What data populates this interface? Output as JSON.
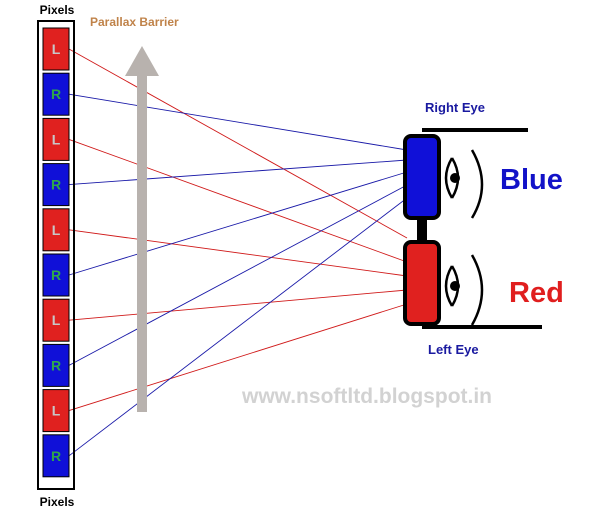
{
  "labels": {
    "pixels_top": "Pixels",
    "pixels_bottom": "Pixels",
    "parallax_barrier": "Parallax Barrier",
    "right_eye": "Right Eye",
    "left_eye": "Left Eye",
    "blue": "Blue",
    "red": "Red",
    "watermark": "www.nsoftltd.blogspot.in"
  },
  "pixels": [
    "L",
    "R",
    "L",
    "R",
    "L",
    "R",
    "L",
    "R",
    "L",
    "R"
  ],
  "colors": {
    "left_pixel": "#e0211f",
    "right_pixel": "#1010d8",
    "left_letter": "#c8c8c8",
    "right_letter": "#2ea84a",
    "barrier": "#b8b2ae",
    "parallax_label": "#c0834a",
    "eye_label": "#1a1aa0",
    "blue_word": "#1212c8",
    "red_word": "#e01e1e",
    "watermark": "#d2d2d2",
    "ray_red": "#d01a1a",
    "ray_blue": "#1a1aa8"
  }
}
